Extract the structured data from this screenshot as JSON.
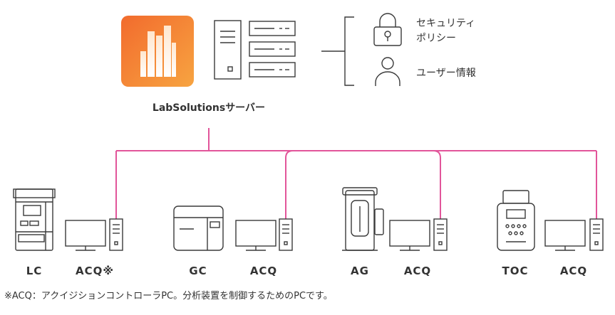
{
  "server": {
    "caption": "LabSolutionsサーバー"
  },
  "security": {
    "policy_line1": "セキュリティ",
    "policy_line2": "ポリシー",
    "user_info": "ユーザー情報"
  },
  "instruments": [
    {
      "name": "LC"
    },
    {
      "name": "ACQ※"
    },
    {
      "name": "GC"
    },
    {
      "name": "ACQ"
    },
    {
      "name": "AG"
    },
    {
      "name": "ACQ"
    },
    {
      "name": "TOC"
    },
    {
      "name": "ACQ"
    }
  ],
  "footnote": "※ACQ：アクイジションコントローラPC。分析装置を制御するためのPCです。",
  "colors": {
    "network_line": "#e2559a",
    "logo_gradient_start": "#f26b2d",
    "logo_gradient_end": "#f7a441"
  }
}
